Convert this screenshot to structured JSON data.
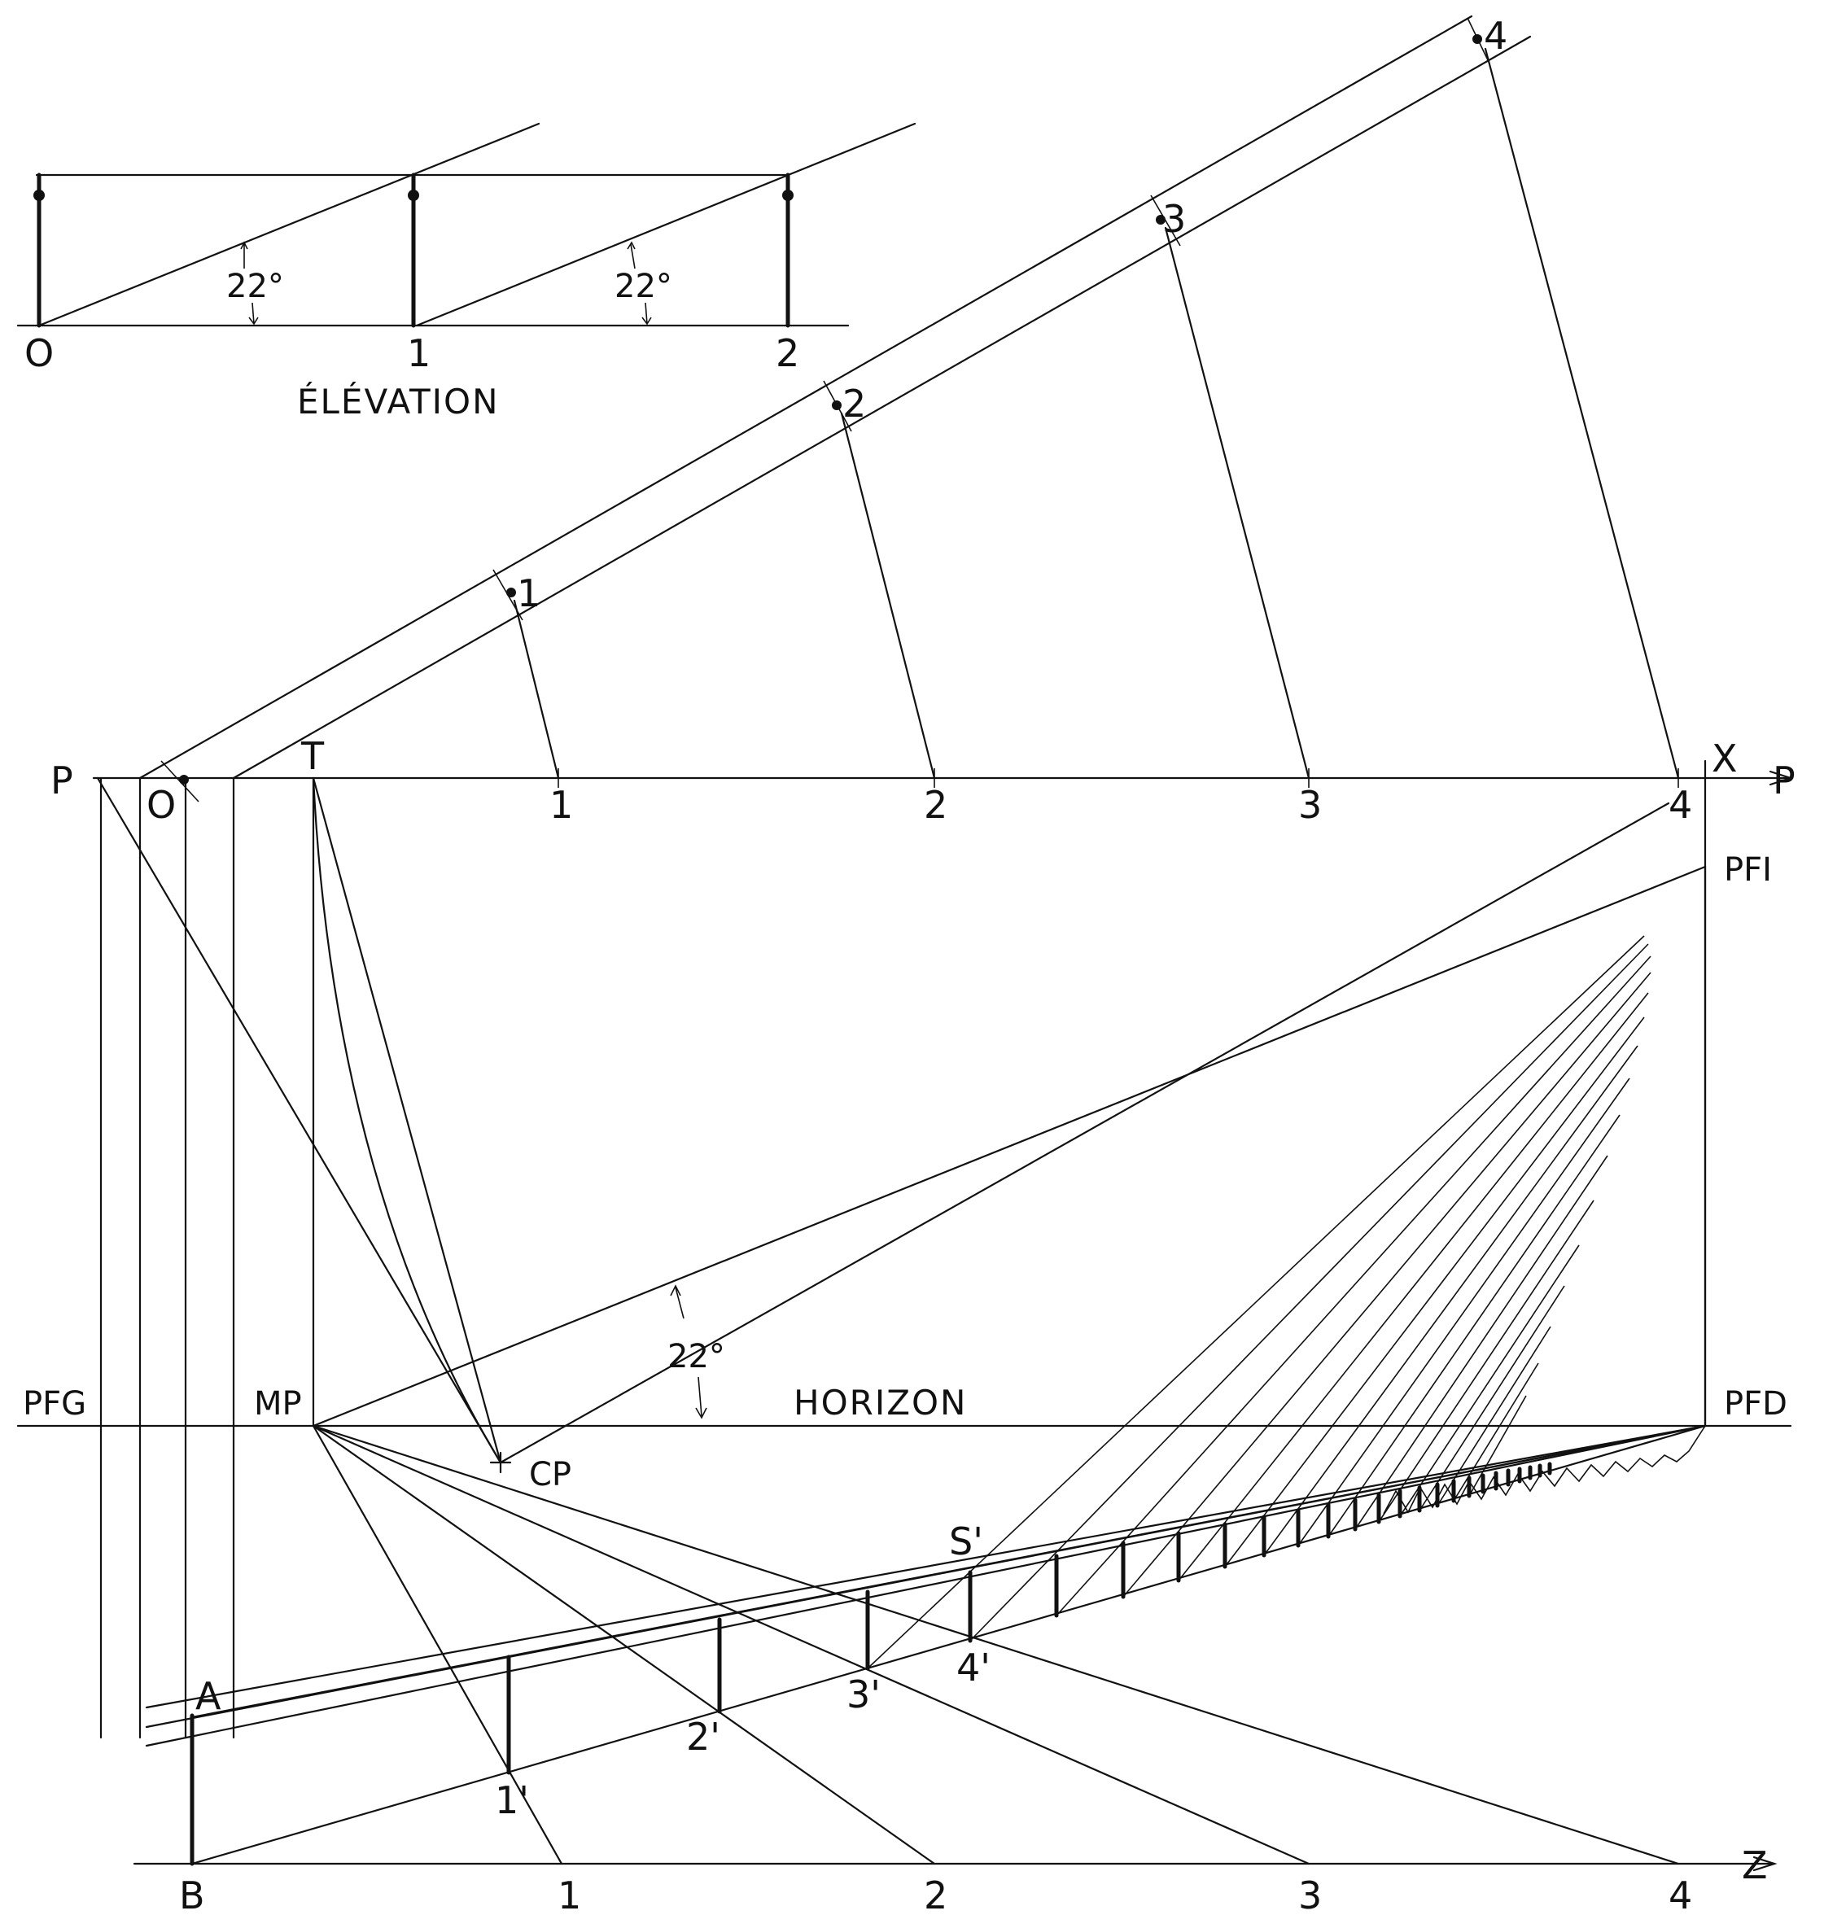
{
  "elevation": {
    "caption": "ÉLÉVATION",
    "angle_labels": [
      "22°",
      "22°"
    ],
    "ground_labels": [
      "O",
      "1",
      "2"
    ]
  },
  "plan": {
    "angle_labels": [
      "22°"
    ],
    "picture_plane_labels": {
      "left": "P",
      "right": "P",
      "x": "X",
      "t": "T",
      "o": "O"
    },
    "pp_ticks": [
      "1",
      "2",
      "3",
      "4"
    ],
    "support_labels": [
      "1",
      "2",
      "3",
      "4"
    ],
    "horizon_word": "HORIZON",
    "points": {
      "pfg": "PFG",
      "mp": "MP",
      "pfd": "PFD",
      "pfi": "PFI",
      "cp": "CP",
      "s_prime": "S'"
    },
    "perspective_labels": {
      "a": "A",
      "one": "1'",
      "two": "2'",
      "three": "3'",
      "four": "4'"
    },
    "ground_line": {
      "b": "B",
      "z": "Z",
      "ticks": [
        "1",
        "2",
        "3",
        "4"
      ]
    }
  }
}
